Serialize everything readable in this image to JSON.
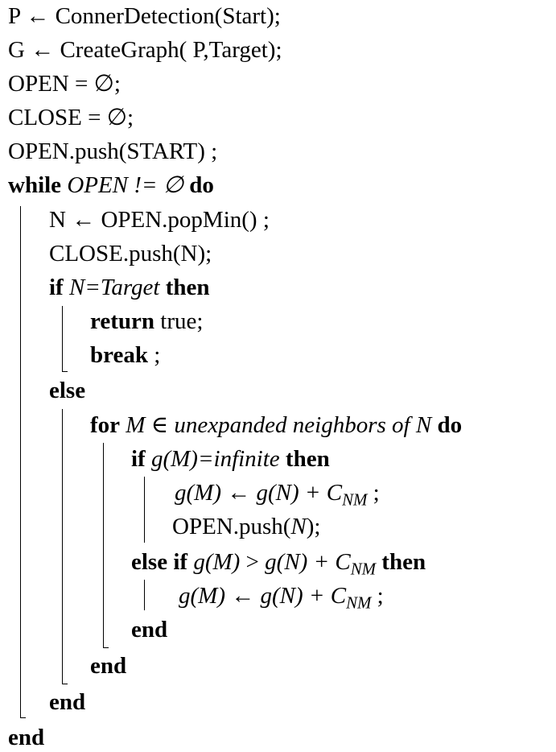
{
  "algorithm": {
    "l1": {
      "lhs": "P",
      "arrow": "←",
      "rhs": "ConnerDetection(Start);"
    },
    "l2": {
      "lhs": "G",
      "arrow": "←",
      "rhs": "CreateGraph( P,Target);"
    },
    "l3": {
      "text": "OPEN = ∅;"
    },
    "l4": {
      "text": "CLOSE = ∅;"
    },
    "l5": {
      "text": "OPEN.push(START) ;"
    },
    "l6": {
      "kw_while": "while",
      "cond": "OPEN != ∅",
      "kw_do": "do"
    },
    "l7": {
      "lhs": "N",
      "arrow": "←",
      "rhs": "OPEN.popMin() ;"
    },
    "l8": {
      "text": "CLOSE.push(N);"
    },
    "l9": {
      "kw_if": "if",
      "cond": "N=Target",
      "kw_then": "then"
    },
    "l10": {
      "kw_return": "return",
      "text": "true;"
    },
    "l11": {
      "kw_break": "break",
      "text": ";"
    },
    "l12": {
      "kw_else": "else"
    },
    "l13": {
      "kw_for": "for",
      "var": "M",
      "in_sym": "∈",
      "set": "unexpanded neighbors of",
      "target": "N",
      "kw_do": "do"
    },
    "l14": {
      "kw_if": "if",
      "cond": "g(M)=infinite",
      "kw_then": "then"
    },
    "l15": {
      "lhs": "g(M)",
      "arrow": "←",
      "rhs": "g(N) + C",
      "sub": "NM",
      "tail": ";"
    },
    "l16": {
      "pre": "OPEN.push(",
      "arg": "N",
      "post": ");"
    },
    "l17": {
      "kw_elseif": "else if",
      "lhs": "g(M)",
      "op": ">",
      "rhs": "g(N) + C",
      "sub": "NM",
      "kw_then": "then"
    },
    "l18": {
      "lhs": "g(M)",
      "arrow": "←",
      "rhs": "g(N) + C",
      "sub": "NM",
      "tail": ";"
    },
    "l19": {
      "kw_end": "end"
    },
    "l20": {
      "kw_end": "end"
    },
    "l21": {
      "kw_end": "end"
    },
    "l22": {
      "kw_end": "end"
    }
  }
}
